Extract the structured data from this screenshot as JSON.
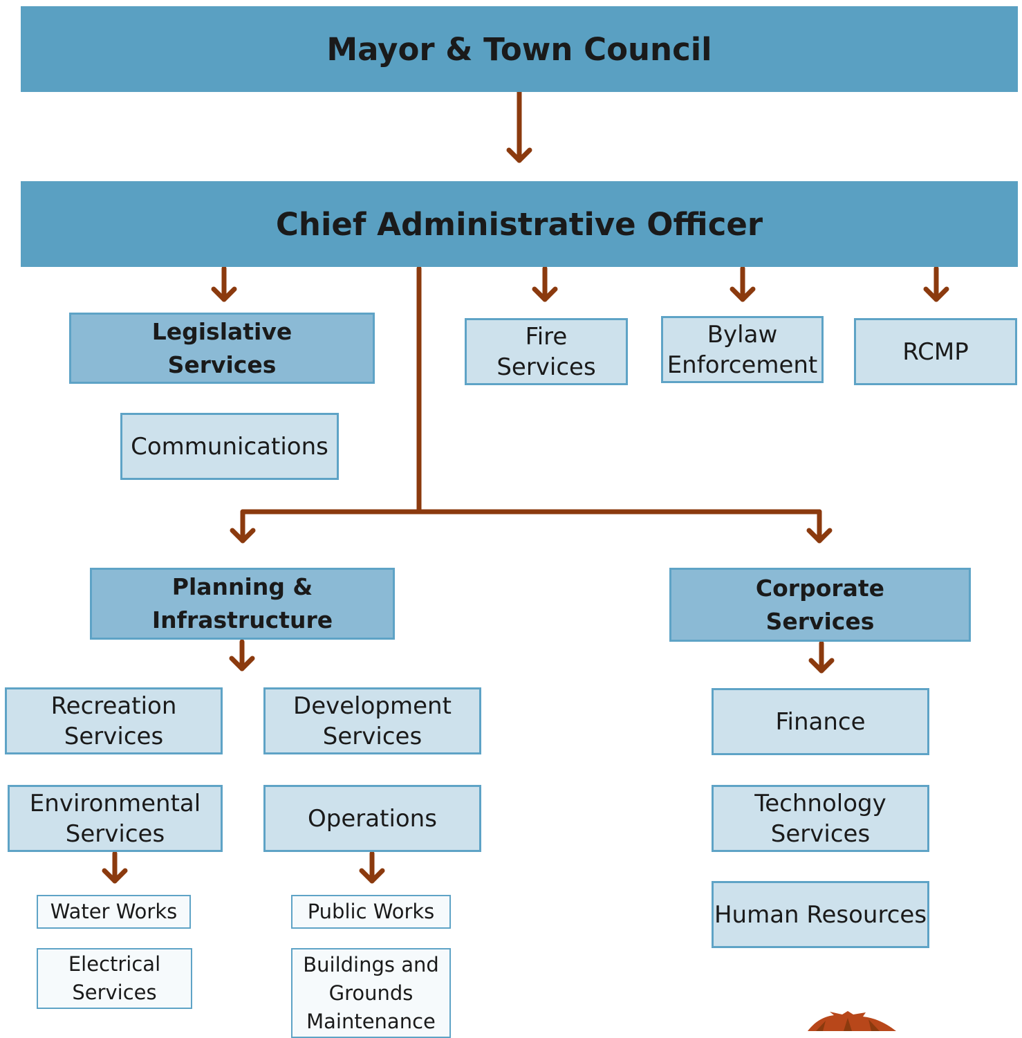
{
  "colors": {
    "top_level": "#5aa0c2",
    "department": "#8bbad5",
    "unit": "#cde1ec",
    "sub_unit": "#f6fafc",
    "border": "#5ea3c6",
    "connector": "#8b3a0e"
  },
  "org": {
    "council": "Mayor & Town Council",
    "cao": "Chief Administrative Officer",
    "legislative": "Legislative\nServices",
    "communications": "Communications",
    "fire": "Fire\nServices",
    "bylaw": "Bylaw\nEnforcement",
    "rcmp": "RCMP",
    "planning": "Planning &\nInfrastructure",
    "corporate": "Corporate\nServices",
    "recreation": "Recreation\nServices",
    "development": "Development\nServices",
    "environmental": "Environmental\nServices",
    "operations": "Operations",
    "water_works": "Water Works",
    "electrical": "Electrical\nServices",
    "public_works": "Public Works",
    "buildings": "Buildings and\nGrounds\nMaintenance",
    "finance": "Finance",
    "technology": "Technology\nServices",
    "human_resources": "Human Resources"
  }
}
